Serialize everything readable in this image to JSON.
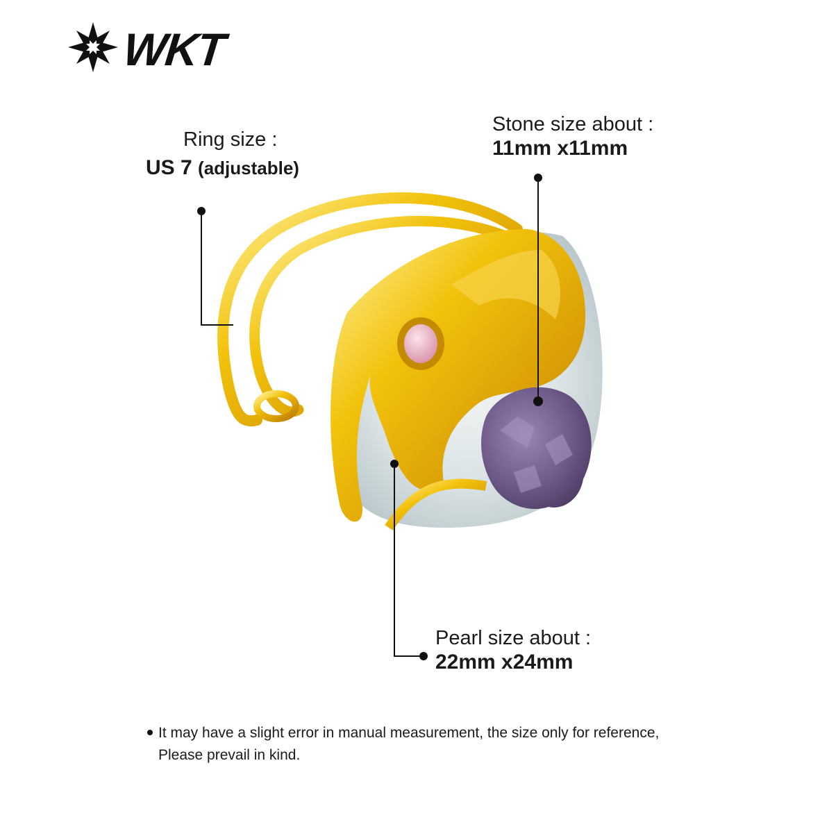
{
  "brand": {
    "name": "WKT",
    "icon": "snowflake-star-icon"
  },
  "ring_size": {
    "label": "Ring size :",
    "value": "US 7",
    "qualifier": "(adjustable)"
  },
  "stone_size": {
    "label": "Stone size about :",
    "value": "11mm x11mm"
  },
  "pearl_size": {
    "label": "Pearl size about :",
    "value": "22mm x24mm"
  },
  "disclaimer": {
    "line1": "It may have a slight error in manual measurement, the size only for reference,",
    "line2": "Please prevail in kind."
  },
  "colors": {
    "gold": "#f0c00a",
    "amethyst": "#6f5a89",
    "pink_stone": "#e9aebe",
    "pearl": "#dfe6e8",
    "text": "#1a1a1a"
  }
}
